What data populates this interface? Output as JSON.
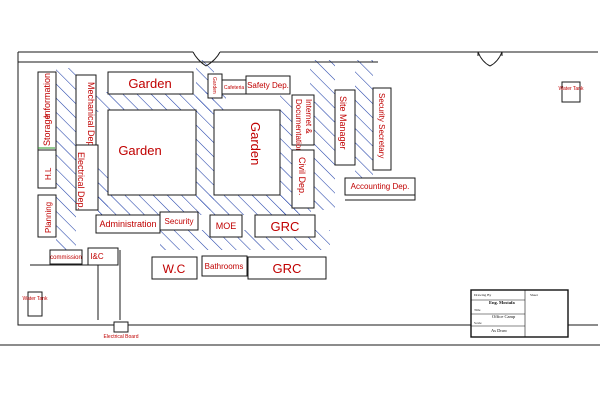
{
  "colors": {
    "label": "#c00000",
    "hatch": "#1f3fa8",
    "line": "#1a1a1a",
    "drain": "#2a9a2a"
  },
  "rooms": {
    "storage": "Storage",
    "information": "Information",
    "hl": "H.L",
    "planning": "Planning",
    "mechanical": "Mechanical Dep.",
    "electrical": "Electrical Dep.",
    "garden_top": "Garden",
    "garden_left": "Garden",
    "garden_right": "Garden",
    "garden_small": "Garden",
    "cafeteria": "Cafeteria",
    "safety": "Safety Dep.",
    "internet": "Internet &",
    "documentation": "Documentation",
    "civil": "Civil Dep.",
    "site_manager": "Site Manager",
    "security_secretary": "Security Secretary",
    "accounting": "Accounting Dep.",
    "water_tank_right": "Water Tank",
    "administration": "Administration",
    "security": "Security",
    "moe": "MOE",
    "grc_upper": "GRC",
    "grc_lower": "GRC",
    "wc": "W.C",
    "bathrooms": "Bathrooms",
    "commission": "commission",
    "ic": "I&C",
    "water_tank_left": "Water Tank",
    "electrical_board": "Electrical Board"
  },
  "title_block": {
    "drawing_by_label": "Drawing By",
    "drawing_by_value": "Eng. Mostafa",
    "title_label": "Title",
    "title_value": "Office Camp",
    "scale_label": "Scale",
    "scale_value": "As Draw",
    "sheet_label": "Sheet"
  }
}
